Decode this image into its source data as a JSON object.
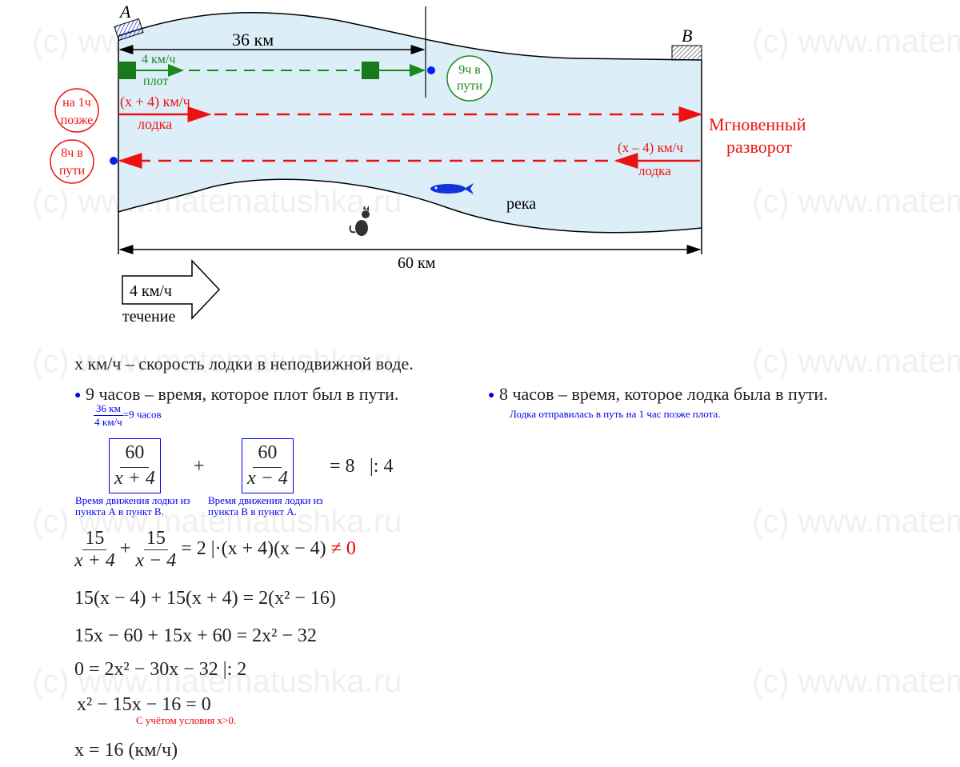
{
  "watermark": "(c) www.matematushka.ru",
  "watermark_short": "(c) www.matem",
  "diagram": {
    "point_a": "A",
    "point_b": "B",
    "dist_36": "36 км",
    "dist_60": "60 км",
    "raft_speed": "4 км/ч",
    "raft_label": "плот",
    "raft_time_1": "9ч в",
    "raft_time_2": "пути",
    "boat_later_1": "на 1ч",
    "boat_later_2": "позже",
    "boat_time_1": "8ч в",
    "boat_time_2": "пути",
    "boat_speed_down": "(x + 4) км/ч",
    "boat_label_down": "лодка",
    "boat_speed_up": "(x – 4) км/ч",
    "boat_label_up": "лодка",
    "turnaround_1": "Мгновенный",
    "turnaround_2": "разворот",
    "river_label": "река",
    "current_speed": "4 км/ч",
    "current_label": "течение"
  },
  "colors": {
    "green": "#1a8a1a",
    "red": "#ee1111",
    "blue": "#0000ee",
    "water": "#dceef8"
  },
  "solution": {
    "intro": "x км/ч – скорость лодки в неподвижной воде.",
    "bullet1": "9 часов – время, которое плот был в пути.",
    "bullet1_num": "36 км",
    "bullet1_den": "4 км/ч",
    "bullet1_res": "=9 часов",
    "bullet2": "8 часов – время, которое лодка  была в пути.",
    "bullet2_note": "Лодка отправилась в путь на 1 час позже плота.",
    "eq1_num": "60",
    "eq1_den1": "x + 4",
    "eq1_den2": "x − 4",
    "eq1_plus": "+",
    "eq1_rhs": "= 8",
    "eq1_op": "|: 4",
    "note_ab": "Время движения лодки из пункта А в пункт В.",
    "note_ba": "Время движения лодки из пункта В в пункт А.",
    "eq2_num": "15",
    "eq2_den1": "x + 4",
    "eq2_den2": "x − 4",
    "eq2_rhs": "+",
    "eq2_tail": "= 2   |·(x + 4)(x − 4)",
    "eq2_cond": "≠ 0",
    "eq3": "15(x − 4) + 15(x + 4) = 2(x² − 16)",
    "eq4": "15x − 60 + 15x + 60 = 2x² − 32",
    "eq5": "0 = 2x² − 30x − 32   |: 2",
    "eq6": "x² − 15x − 16 = 0",
    "eq6_note": "С учётом условия x>0.",
    "answer": "x = 16  (км/ч)"
  }
}
